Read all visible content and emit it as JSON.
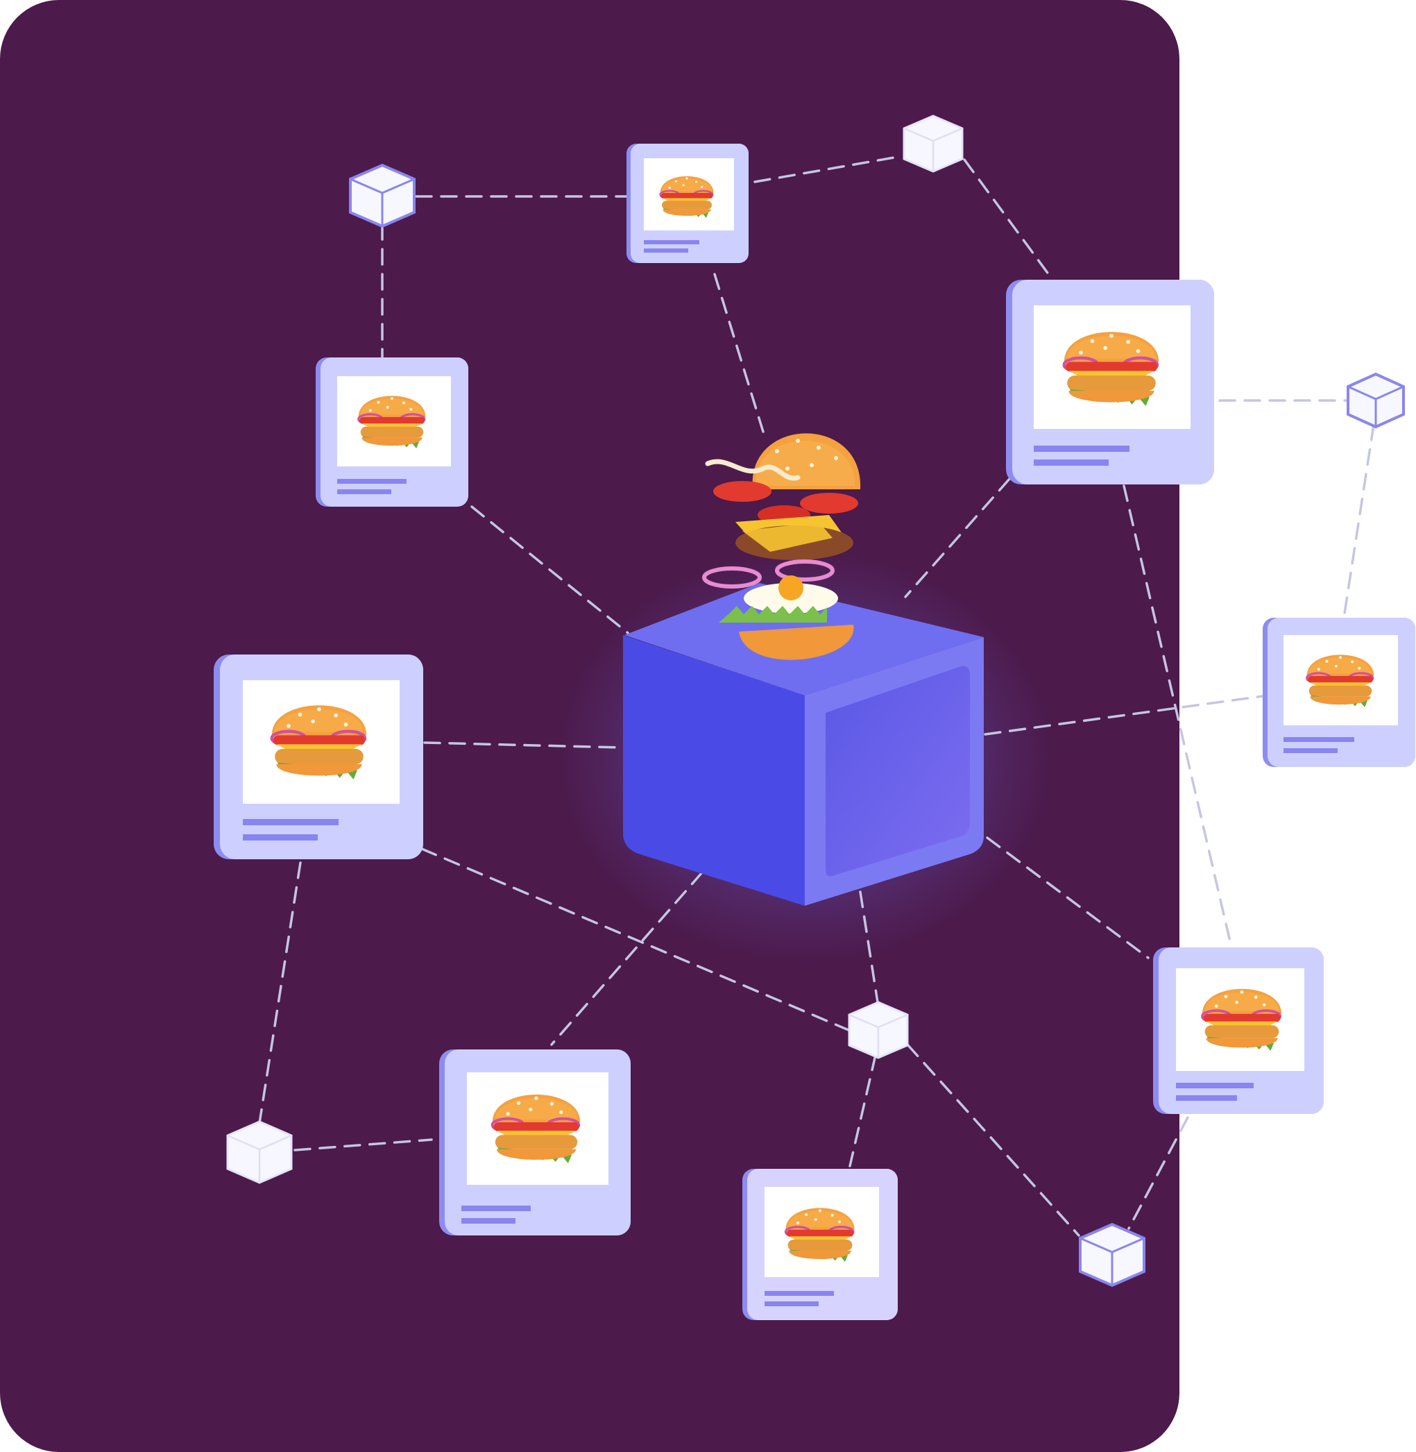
{
  "diagram": {
    "colors": {
      "panel": "#4c1a4b",
      "page": "#ffffff",
      "card": "#cdd0ff",
      "card_shadow": "#8d8cf0",
      "card_line": "#8885f0",
      "connector": "#c4c6e3",
      "cube_front": "#4a4be6",
      "cube_top": "#6f6ef0",
      "cube_side": "#7b7af2",
      "small_cube_face": "#f7f7ff",
      "small_cube_edge": "#8a86ee",
      "bun": "#f4a13f",
      "tomato": "#e23a2e",
      "cheese": "#f6c431",
      "patty": "#8a4a2a",
      "lettuce": "#7ac04a",
      "egg_white": "#fffbea",
      "yolk": "#f6a623",
      "onion": "#e88bd0"
    },
    "icons": [
      "burger-icon",
      "cube-icon",
      "block-icon"
    ],
    "hub": {
      "name": "central-block",
      "topping": "exploded-burger"
    },
    "cards": [
      {
        "id": "card-top",
        "image": "burger-icon"
      },
      {
        "id": "card-upper-left",
        "image": "burger-icon"
      },
      {
        "id": "card-upper-right",
        "image": "burger-icon"
      },
      {
        "id": "card-far-right",
        "image": "burger-icon"
      },
      {
        "id": "card-left",
        "image": "burger-icon"
      },
      {
        "id": "card-lower-right",
        "image": "burger-icon"
      },
      {
        "id": "card-bottom-left",
        "image": "burger-icon"
      },
      {
        "id": "card-bottom-center",
        "image": "burger-icon"
      }
    ],
    "nodes": [
      {
        "id": "node-1"
      },
      {
        "id": "node-2"
      },
      {
        "id": "node-3"
      },
      {
        "id": "node-4"
      },
      {
        "id": "node-5"
      },
      {
        "id": "node-6"
      }
    ]
  }
}
